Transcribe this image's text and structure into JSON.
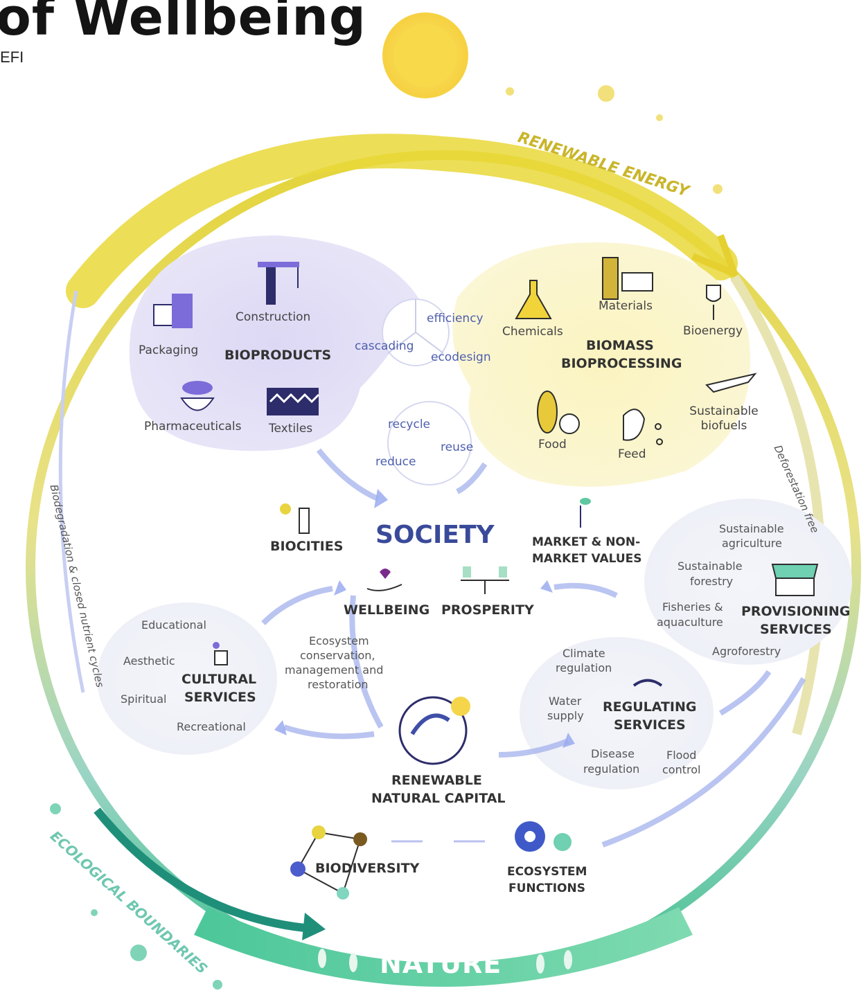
{
  "header": {
    "title": "of Wellbeing",
    "credit": "EFI"
  },
  "ring": {
    "renewable_energy": "RENEWABLE ENERGY",
    "ecological_boundaries": "ECOLOGICAL BOUNDARIES",
    "biodegradation": "Biodegradation & closed nutrient cycles",
    "deforestation_free": "Deforestation free",
    "nature": "NATURE"
  },
  "bioproducts": {
    "heading": "BIOPRODUCTS",
    "items": [
      "Construction",
      "Packaging",
      "Pharmaceuticals",
      "Textiles"
    ]
  },
  "circularity": {
    "efficiency": "efficiency",
    "cascading": "cascading",
    "ecodesign": "ecodesign",
    "recycle": "recycle",
    "reuse": "reuse",
    "reduce": "reduce"
  },
  "biomass": {
    "heading_line1": "BIOMASS",
    "heading_line2": "BIOPROCESSING",
    "items": [
      "Chemicals",
      "Materials",
      "Bioenergy",
      "Sustainable biofuels",
      "Food",
      "Feed"
    ]
  },
  "society": {
    "heading": "SOCIETY",
    "biocities": "BIOCITIES",
    "wellbeing": "WELLBEING",
    "prosperity": "PROSPERITY",
    "market_line1": "MARKET & NON-",
    "market_line2": "MARKET VALUES"
  },
  "cultural": {
    "heading_line1": "CULTURAL",
    "heading_line2": "SERVICES",
    "items": [
      "Educational",
      "Aesthetic",
      "Spiritual",
      "Recreational"
    ]
  },
  "ecosystem_management": {
    "line1": "Ecosystem",
    "line2": "conservation,",
    "line3": "management and",
    "line4": "restoration"
  },
  "regulating": {
    "heading_line1": "REGULATING",
    "heading_line2": "SERVICES",
    "climate_line1": "Climate",
    "climate_line2": "regulation",
    "water_line1": "Water",
    "water_line2": "supply",
    "disease_line1": "Disease",
    "disease_line2": "regulation",
    "flood_line1": "Flood",
    "flood_line2": "control"
  },
  "provisioning": {
    "heading_line1": "PROVISIONING",
    "heading_line2": "SERVICES",
    "agri_line1": "Sustainable",
    "agri_line2": "agriculture",
    "forestry_line1": "Sustainable",
    "forestry_line2": "forestry",
    "fish_line1": "Fisheries &",
    "fish_line2": "aquaculture",
    "agroforestry": "Agroforestry"
  },
  "capital": {
    "line1": "RENEWABLE",
    "line2": "NATURAL CAPITAL"
  },
  "base": {
    "biodiversity": "BIODIVERSITY",
    "eco_line1": "ECOSYSTEM",
    "eco_line2": "FUNCTIONS"
  },
  "colors": {
    "society": "#3a4a9a",
    "energy": "#c9b52a",
    "ecological": "#6fc7b0"
  }
}
